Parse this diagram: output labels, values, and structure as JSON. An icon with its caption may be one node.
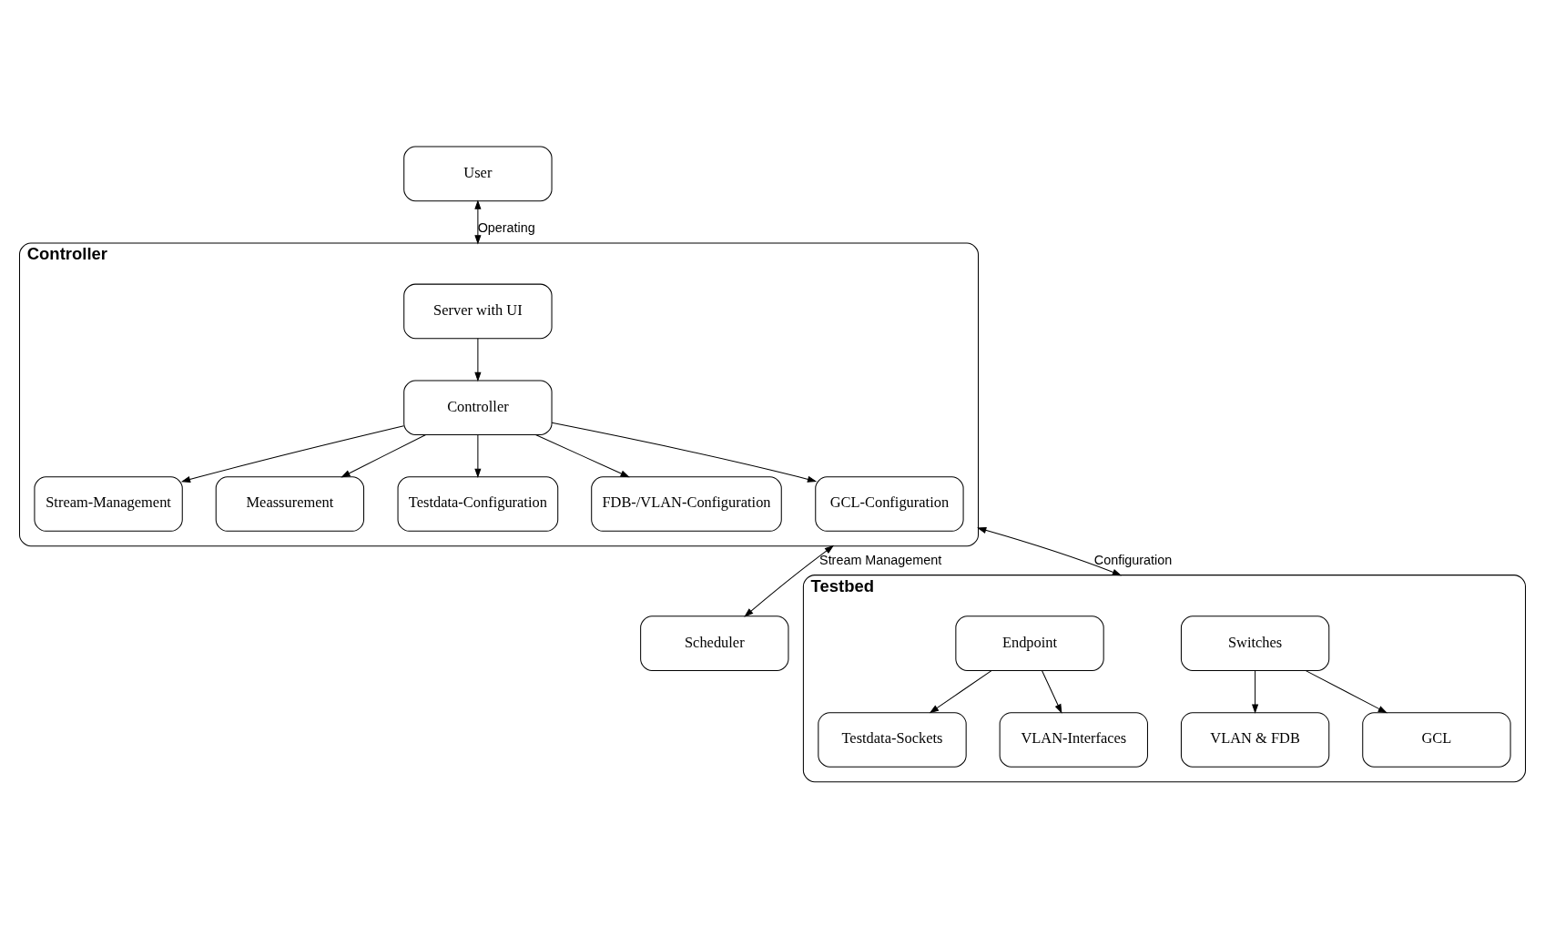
{
  "diagram": {
    "nodes": [
      {
        "text": [
          "Controller"
        ]
      },
      {
        "text": [
          "Server with UI"
        ],
        "in": 0
      },
      {
        "text": [
          "Stream-Management"
        ],
        "in": 0
      },
      {
        "text": [
          "Controller"
        ],
        "in": 0
      },
      {
        "text": [
          "Meassurement"
        ],
        "in": 0
      },
      {
        "text": [
          "Testdata-Configuration"
        ],
        "in": 0
      },
      {
        "text": [
          "FDB-/VLAN-Configuration"
        ],
        "in": 0
      },
      {
        "text": [
          "GCL-Configuration"
        ],
        "in": 0
      },
      {
        "text": [
          "User"
        ]
      },
      {
        "text": [
          "Scheduler"
        ]
      },
      {
        "text": [
          "Testbed"
        ]
      },
      {
        "text": [
          "Switches"
        ],
        "in": 10
      },
      {
        "text": [
          "Endpoint"
        ],
        "in": 10
      },
      {
        "text": [
          "VLAN & FDB"
        ],
        "in": 10
      },
      {
        "text": [
          "GCL"
        ],
        "in": 10
      },
      {
        "text": [
          "Testdata-Sockets"
        ],
        "in": 10
      },
      {
        "text": [
          "VLAN-Interfaces"
        ],
        "in": 10
      }
    ],
    "edges": [
      {
        "from": 1,
        "to": 3,
        "arrow": "to"
      },
      {
        "from": 3,
        "to": 2,
        "arrow": "to"
      },
      {
        "from": 3,
        "to": 4,
        "arrow": "to"
      },
      {
        "from": 3,
        "to": 5,
        "arrow": "to"
      },
      {
        "from": 3,
        "to": 6,
        "arrow": "to"
      },
      {
        "from": 3,
        "to": 7,
        "arrow": "to"
      },
      {
        "from": 8,
        "to": 0,
        "arrow": "both",
        "label": "Operating"
      },
      {
        "from": 0,
        "to": 9,
        "arrow": "both",
        "label": "Stream Management"
      },
      {
        "from": 0,
        "to": 10,
        "arrow": "both",
        "label": "Configuration"
      },
      {
        "from": 11,
        "to": 13,
        "arrow": "to"
      },
      {
        "from": 11,
        "to": 14,
        "arrow": "to"
      },
      {
        "from": 12,
        "to": 15,
        "arrow": "to"
      },
      {
        "from": 12,
        "to": 16,
        "arrow": "to"
      }
    ]
  }
}
